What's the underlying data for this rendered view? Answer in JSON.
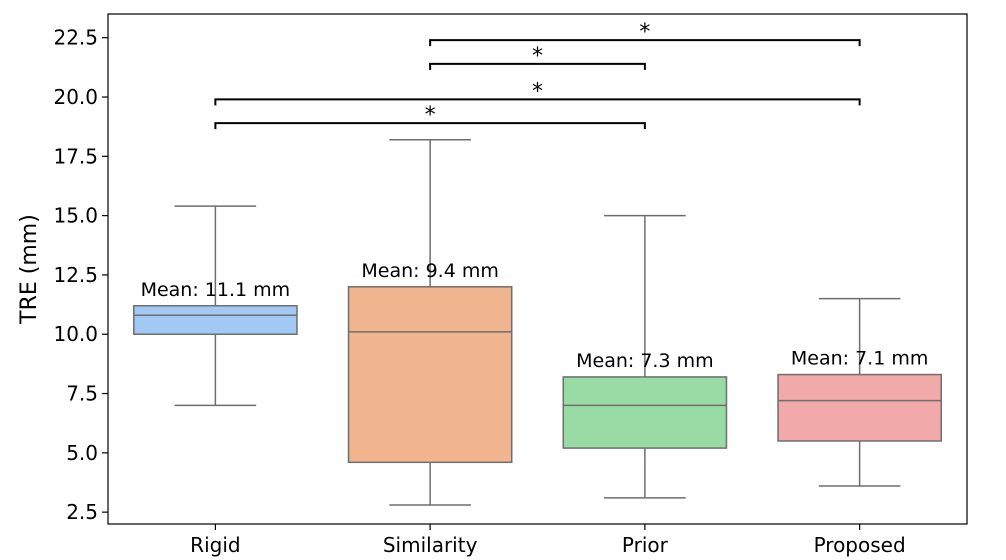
{
  "chart_data": {
    "type": "box",
    "title": "",
    "xlabel": "",
    "ylabel": "TRE (mm)",
    "ylim": [
      2.0,
      23.5
    ],
    "yticks": [
      "2.5",
      "5.0",
      "7.5",
      "10.0",
      "12.5",
      "15.0",
      "17.5",
      "20.0",
      "22.5"
    ],
    "grid": false,
    "legend": "none",
    "categories": [
      "Rigid",
      "Similarity",
      "Prior",
      "Proposed"
    ],
    "boxes": [
      {
        "category": "Rigid",
        "whisker_low": 7.0,
        "q1": 10.0,
        "median": 10.8,
        "q3": 11.2,
        "whisker_high": 15.4,
        "color": "#a1c9f4",
        "mean_label": "Mean: 11.1 mm"
      },
      {
        "category": "Similarity",
        "whisker_low": 2.8,
        "q1": 4.6,
        "median": 10.1,
        "q3": 12.0,
        "whisker_high": 18.2,
        "color": "#f0b48e",
        "mean_label": "Mean: 9.4 mm"
      },
      {
        "category": "Prior",
        "whisker_low": 3.1,
        "q1": 5.2,
        "median": 7.0,
        "q3": 8.2,
        "whisker_high": 15.0,
        "color": "#98dba5",
        "mean_label": "Mean: 7.3 mm"
      },
      {
        "category": "Proposed",
        "whisker_low": 3.6,
        "q1": 5.5,
        "median": 7.2,
        "q3": 8.3,
        "whisker_high": 11.5,
        "color": "#f2a9a9",
        "mean_label": "Mean: 7.1 mm"
      }
    ],
    "significance": [
      {
        "from": "Rigid",
        "to": "Prior",
        "y": 18.9,
        "label": "*"
      },
      {
        "from": "Rigid",
        "to": "Proposed",
        "y": 19.9,
        "label": "*"
      },
      {
        "from": "Similarity",
        "to": "Prior",
        "y": 21.4,
        "label": "*"
      },
      {
        "from": "Similarity",
        "to": "Proposed",
        "y": 22.4,
        "label": "*"
      }
    ],
    "colors": {
      "whisker": "#6e6e6e",
      "axis": "#000000",
      "bracket": "#000000"
    }
  }
}
